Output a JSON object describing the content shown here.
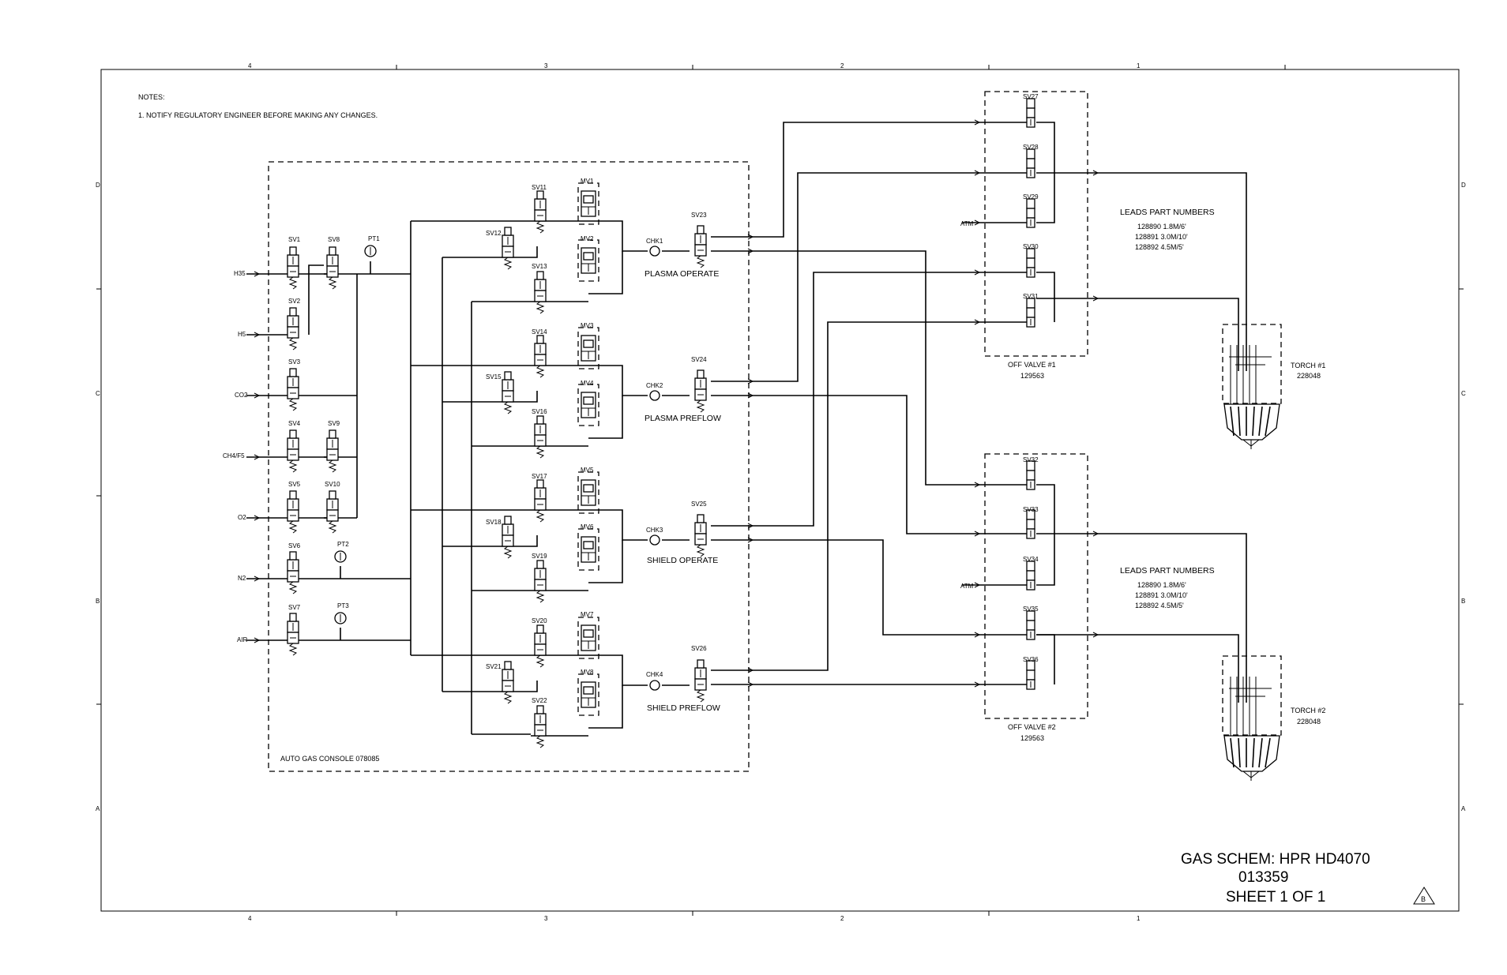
{
  "sheet": {
    "title": "GAS SCHEM: HPR HD4070",
    "drawing_number": "013359",
    "sheet_label": "SHEET 1 OF 1",
    "revision": "B",
    "border_columns": [
      "4",
      "3",
      "2",
      "1"
    ],
    "border_rows": [
      "D",
      "C",
      "B",
      "A"
    ]
  },
  "notes": {
    "header": "NOTES:",
    "note_1": "1. NOTIFY REGULATORY ENGINEER BEFORE MAKING ANY CHANGES."
  },
  "console": {
    "label": "AUTO GAS CONSOLE 078085",
    "inputs": [
      "H35",
      "H5",
      "CO2",
      "CH4/F5",
      "O2",
      "N2",
      "AIR"
    ],
    "solenoids": [
      "SV1",
      "SV2",
      "SV3",
      "SV4",
      "SV5",
      "SV6",
      "SV7",
      "SV8",
      "SV9",
      "SV10"
    ],
    "transducers": [
      "PT1",
      "PT2",
      "PT3"
    ],
    "groups": [
      {
        "name": "PLASMA OPERATE",
        "sv": [
          "SV11",
          "SV12",
          "SV13"
        ],
        "mv": [
          "MV1",
          "MV2"
        ],
        "chk": "CHK1",
        "out": "SV23"
      },
      {
        "name": "PLASMA PREFLOW",
        "sv": [
          "SV14",
          "SV15",
          "SV16"
        ],
        "mv": [
          "MV3",
          "MV4"
        ],
        "chk": "CHK2",
        "out": "SV24"
      },
      {
        "name": "SHIELD OPERATE",
        "sv": [
          "SV17",
          "SV18",
          "SV19"
        ],
        "mv": [
          "MV5",
          "MV6"
        ],
        "chk": "CHK3",
        "out": "SV25"
      },
      {
        "name": "SHIELD PREFLOW",
        "sv": [
          "SV20",
          "SV21",
          "SV22"
        ],
        "mv": [
          "MV7",
          "MV8"
        ],
        "chk": "CHK4",
        "out": "SV26"
      }
    ]
  },
  "off_valves": [
    {
      "label": "OFF VALVE #1",
      "part": "129563",
      "sv": [
        "SV27",
        "SV28",
        "SV29",
        "SV30",
        "SV31"
      ],
      "atm": "ATM"
    },
    {
      "label": "OFF VALVE #2",
      "part": "129563",
      "sv": [
        "SV32",
        "SV33",
        "SV34",
        "SV35",
        "SV36"
      ],
      "atm": "ATM"
    }
  ],
  "leads": [
    {
      "header": "LEADS PART NUMBERS",
      "items": [
        "128890 1.8M/6'",
        "128891 3.0M/10'",
        "128892 4.5M/5'"
      ]
    },
    {
      "header": "LEADS PART NUMBERS",
      "items": [
        "128890 1.8M/6'",
        "128891 3.0M/10'",
        "128892 4.5M/5'"
      ]
    }
  ],
  "torches": [
    {
      "label": "TORCH #1",
      "part": "228048"
    },
    {
      "label": "TORCH #2",
      "part": "228048"
    }
  ]
}
